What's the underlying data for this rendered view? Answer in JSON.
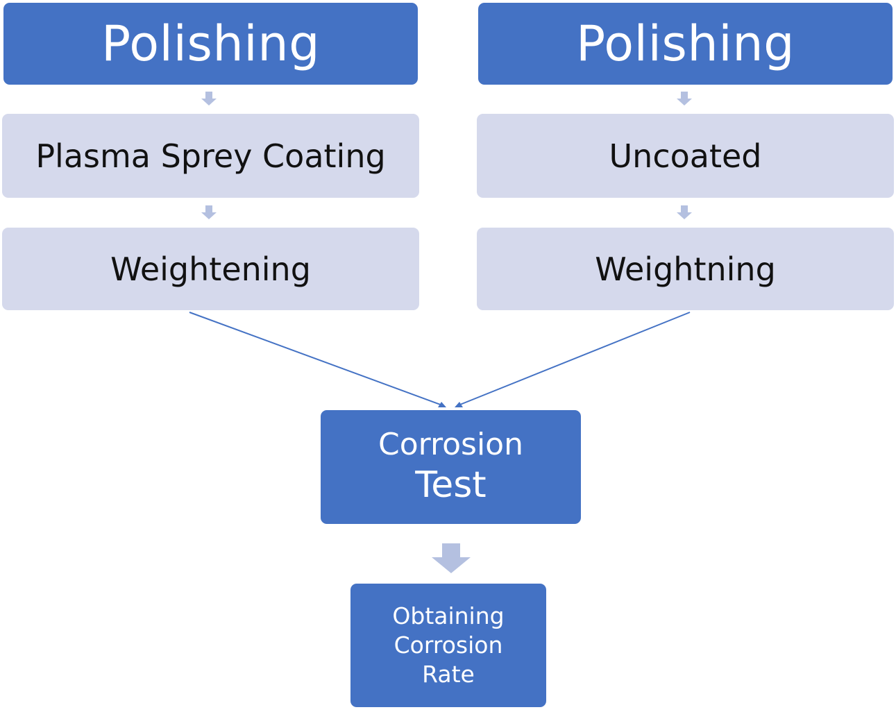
{
  "colors": {
    "primary_box": "#4472c4",
    "secondary_box": "#d5d9ec",
    "arrow": "#b4c0e0",
    "connector": "#4472c4"
  },
  "left_branch": {
    "step1": "Polishing",
    "step2": "Plasma Sprey Coating",
    "step3": "Weightening"
  },
  "right_branch": {
    "step1": "Polishing",
    "step2": "Uncoated",
    "step3": "Weightning"
  },
  "merge": {
    "line1": "Corrosion",
    "line2": "Test"
  },
  "result": {
    "line1": "Obtaining",
    "line2": "Corrosion",
    "line3": "Rate"
  }
}
